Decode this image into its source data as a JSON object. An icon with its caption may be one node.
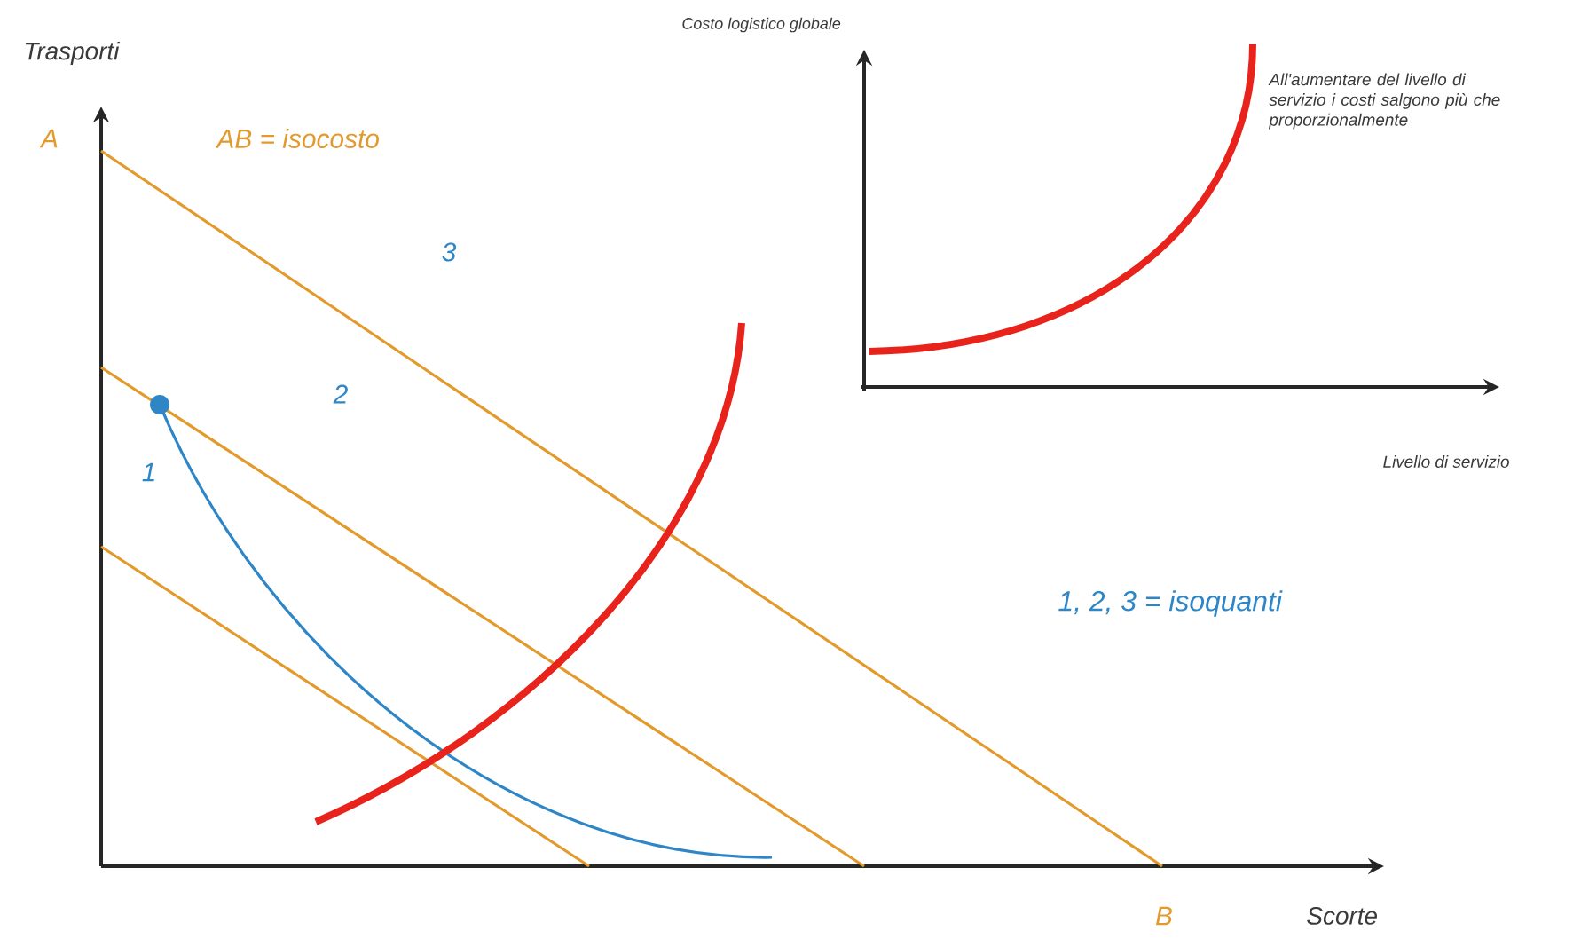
{
  "diagram": {
    "labels": [
      "Costo logistico globale",
      "Trasporti",
      "All'aumentare del livello di servizio i costi salgono più che proporzionalmente",
      "A",
      "AB = isocosto",
      "3",
      "2",
      "1",
      "Livello di servizio",
      "1, 2, 3 = isoquanti",
      "B",
      "Scorte"
    ]
  }
}
